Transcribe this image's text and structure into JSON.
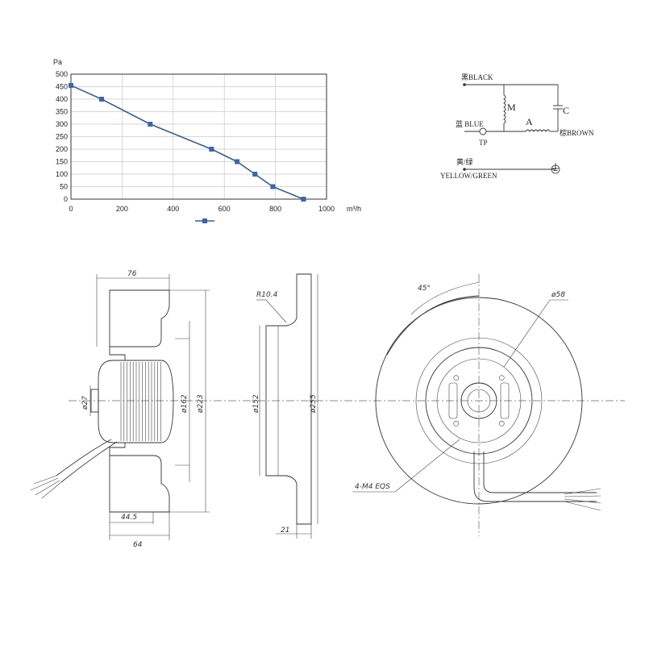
{
  "chart_data": {
    "type": "line",
    "ylabel": "Pa",
    "xlabel": "m³/h",
    "x_ticks": [
      "0",
      "200",
      "400",
      "600",
      "800",
      "1000"
    ],
    "y_ticks": [
      "0",
      "50",
      "100",
      "150",
      "200",
      "250",
      "300",
      "350",
      "400",
      "450",
      "500"
    ],
    "xlim": [
      0,
      1000
    ],
    "ylim": [
      0,
      500
    ],
    "grid": true,
    "legend": "bottom-center",
    "series": [
      {
        "color": "#3a66a8",
        "x": [
          0,
          120,
          310,
          550,
          650,
          720,
          790,
          910
        ],
        "y": [
          455,
          400,
          300,
          200,
          150,
          100,
          50,
          0
        ]
      }
    ]
  },
  "wiring": {
    "black": "黑BLACK",
    "blue": "蓝 BLUE",
    "tp": "TP",
    "yellow_green_cn": "黄/绿",
    "yellow_green": "YELLOW/GREEN",
    "brown": "棕BROWN",
    "motor": "M",
    "aux": "A",
    "cap": "C"
  },
  "dimensions": {
    "d76": "76",
    "d27": "ø27",
    "d162": "ø162",
    "d223": "ø223",
    "d44": "44.5",
    "d64": "64",
    "r104": "R10.4",
    "d152": "ø152",
    "d255": "ø255",
    "d21": "21",
    "a45": "45°",
    "d58": "ø58",
    "m4": "4-M4 EQS"
  }
}
